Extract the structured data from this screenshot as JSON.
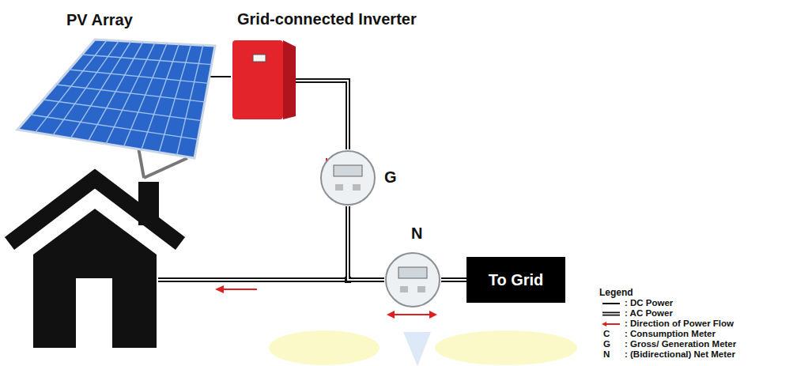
{
  "diagram": {
    "nodes": [
      {
        "text": [
          "PV Array"
        ]
      },
      {
        "text": [
          "Grid-connected Inverter"
        ]
      },
      {
        "text": [
          "G"
        ]
      },
      {
        "text": [
          "N"
        ]
      },
      {
        "text": [
          "To Grid"
        ]
      }
    ],
    "edges": [
      {
        "from": 0,
        "to": 1,
        "arrow": "none"
      },
      {
        "from": 1,
        "to": 2,
        "arrow": "none"
      },
      {
        "from": 2,
        "to": 3,
        "arrow": "none"
      },
      {
        "from": 3,
        "to": 4,
        "arrow": "none"
      }
    ],
    "labels": [
      "Legend",
      "C",
      "G",
      "N"
    ],
    "legend": [
      {
        "text": ": DC Power"
      },
      {
        "text": ": AC Power"
      },
      {
        "text": ": Direction of Power Flow"
      },
      {
        "text": ": Consumption Meter"
      },
      {
        "text": ": Gross/ Generation Meter"
      },
      {
        "text": ": (Bidirectional) Net Meter"
      }
    ]
  }
}
